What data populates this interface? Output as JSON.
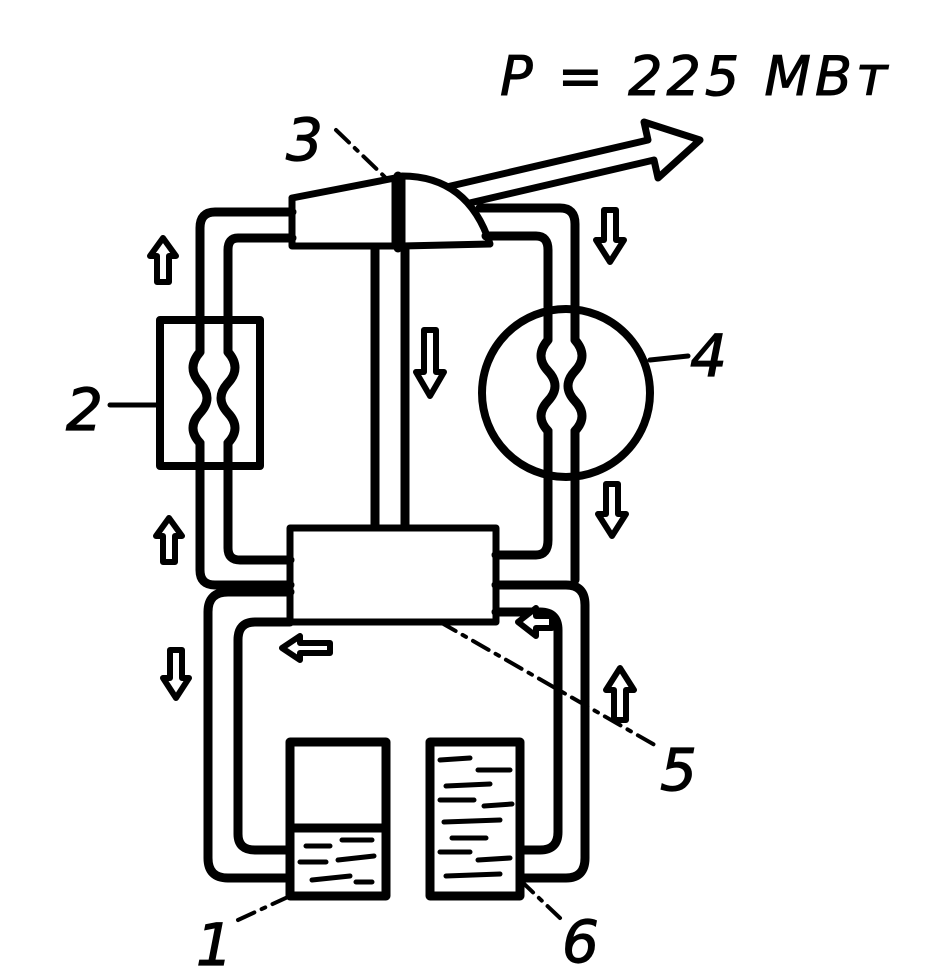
{
  "power_label": "P = 225 МВт",
  "labels": {
    "item_1": "1",
    "item_2": "2",
    "item_3": "3",
    "item_4": "4",
    "item_5": "5",
    "item_6": "6"
  },
  "icons": {
    "flow_arrow": "flow-arrow-icon",
    "power_output_arrow": "power-output-arrow-icon"
  }
}
